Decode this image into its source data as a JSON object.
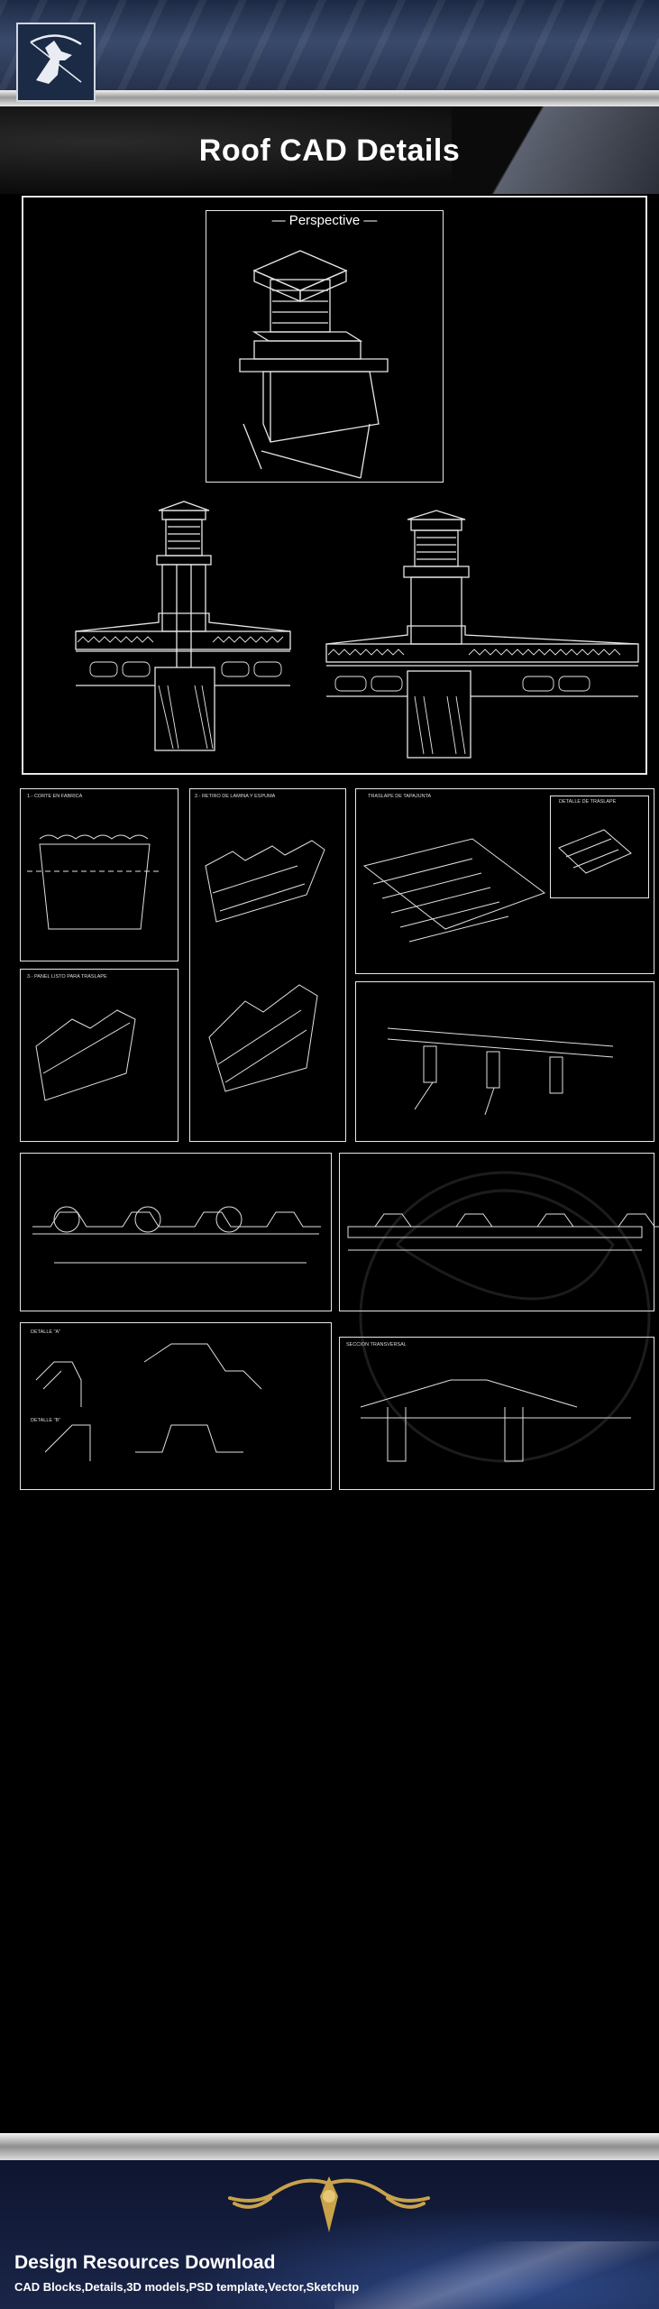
{
  "header": {
    "title": "Roof CAD Details",
    "logo_icon": "archer-logo-icon"
  },
  "drawings": {
    "perspective_label": "— Perspective —",
    "panels": [
      {
        "title": "1.- CORTE EN FABRICA"
      },
      {
        "title": "2.- RETIRO DE LAMINA Y ESPUMA"
      },
      {
        "title": "TRASLAPE DE TAPAJUNTA"
      },
      {
        "title": "DETALLE DE TRASLAPE"
      },
      {
        "title": "3.- PANEL LISTO PARA TRASLAPE"
      },
      {
        "title": "DETALLE \"A\""
      },
      {
        "title": "DETALLE \"B\""
      },
      {
        "title": "SECCION TRANSVERSAL"
      }
    ]
  },
  "footer": {
    "title": "Design Resources Download",
    "subtitle": "CAD Blocks,Details,3D models,PSD template,Vector,Sketchup"
  },
  "colors": {
    "background": "#000000",
    "line": "#e8e8e8",
    "footer_blue": "#1a2548",
    "gold": "#c9a24a"
  }
}
